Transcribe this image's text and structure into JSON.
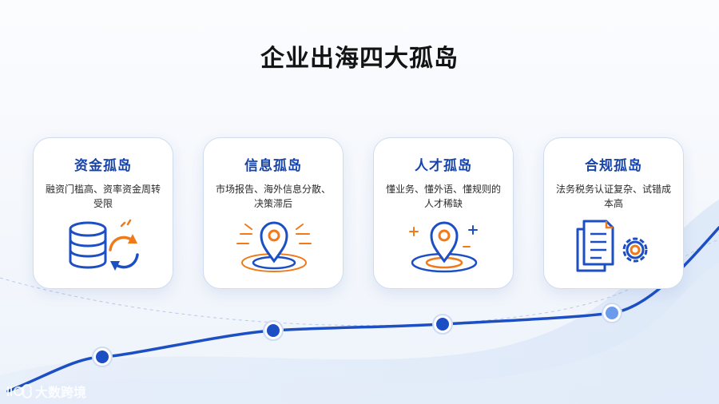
{
  "title": "企业出海四大孤岛",
  "cards": [
    {
      "title": "资金孤岛",
      "desc": "融资门槛高、资率资金周转受限",
      "icon": "database-cycle-icon"
    },
    {
      "title": "信息孤岛",
      "desc": "市场报告、海外信息分散、决策滞后",
      "icon": "location-pin-icon"
    },
    {
      "title": "人才孤岛",
      "desc": "懂业务、懂外语、懂规则的人才稀缺",
      "icon": "location-pin-sparkle-icon"
    },
    {
      "title": "合规孤岛",
      "desc": "法务税务认证复杂、试错成本高",
      "icon": "documents-gear-icon"
    }
  ],
  "watermark": {
    "text": "大数跨境"
  },
  "colors": {
    "primary": "#1844a8",
    "accent": "#f07a1a",
    "title": "#141414"
  }
}
